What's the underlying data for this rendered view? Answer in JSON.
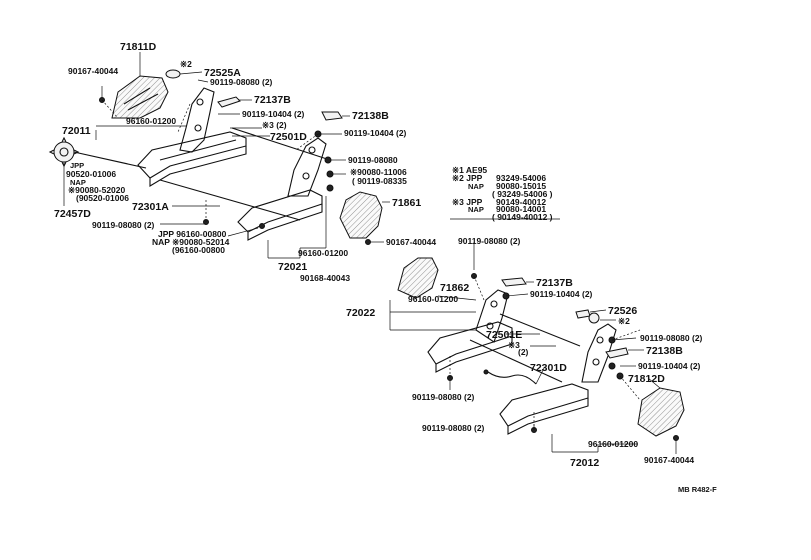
{
  "labels": {
    "p71811D": "71811D",
    "p72525A": "72525A",
    "star2_top": "※2",
    "p90167_40044_top": "90167-40044",
    "p90119_08080_2_top": "90119-08080 (2)",
    "p72137B_top": "72137B",
    "p90119_10404_2_a": "90119-10404 (2)",
    "p72138B_top": "72138B",
    "p96160_01200_top": "96160-01200",
    "star3_2_top": "※3 (2)",
    "p72011": "72011",
    "p72501D": "72501D",
    "p90119_10404_2_b": "90119-10404 (2)",
    "p90119_08080_mid": "90119-08080",
    "jpp_left": "JPP",
    "p90520_01006": "90520-01006",
    "nap_left": "NAP",
    "p90080_52020": "※90080-52020",
    "p90520_01006_paren": "(90520-01006",
    "p72457D": "72457D",
    "p72301A": "72301A",
    "p90080_11006": "※90080-11006",
    "p90119_08335": "( 90119-08335",
    "p90119_08080_2_left": "90119-08080 (2)",
    "jpp_96160": "JPP 96160-00800",
    "nap_90080": "NAP ※90080-52014",
    "p96160_00800_paren": "(96160-00800",
    "p71861": "71861",
    "p96160_01200_mid": "96160-01200",
    "p90167_40044_mid": "90167-40044",
    "p72021": "72021",
    "p90119_08080_2_right": "90119-08080 (2)",
    "p90168_40043": "90168-40043",
    "p71862": "71862",
    "p72137B_bot": "72137B",
    "p96160_01200_bot": "96160-01200",
    "p90119_10404_2_c": "90119-10404 (2)",
    "p72022": "72022",
    "p72526": "72526",
    "star2_bot": "※2",
    "p72501E": "72501E",
    "star3_bot": "※3",
    "star3_bot_2": "(2)",
    "p90119_08080_2_c": "90119-08080 (2)",
    "p72138B_bot": "72138B",
    "p90119_10404_2_d": "90119-10404 (2)",
    "p72301D": "72301D",
    "p71812D": "71812D",
    "p90119_08080_2_d": "90119-08080 (2)",
    "p90119_08080_2_e": "90119-08080 (2)",
    "p96160_01200_low": "96160-01200",
    "p72012": "72012",
    "p90167_40044_bot": "90167-40044",
    "footer_code": "MB R482-F"
  },
  "notes": {
    "n1_key": "※1 AE95",
    "n2_key": "※2 JPP",
    "n2_v1": "93249-54006",
    "n2_nap": "NAP",
    "n2_v2": "90080-15015",
    "n2_v3": "( 93249-54006 )",
    "n3_key": "※3 JPP",
    "n3_v1": "90149-40012",
    "n3_nap": "NAP",
    "n3_v2": "90080-14001",
    "n3_v3": "( 90149-40012 )"
  }
}
